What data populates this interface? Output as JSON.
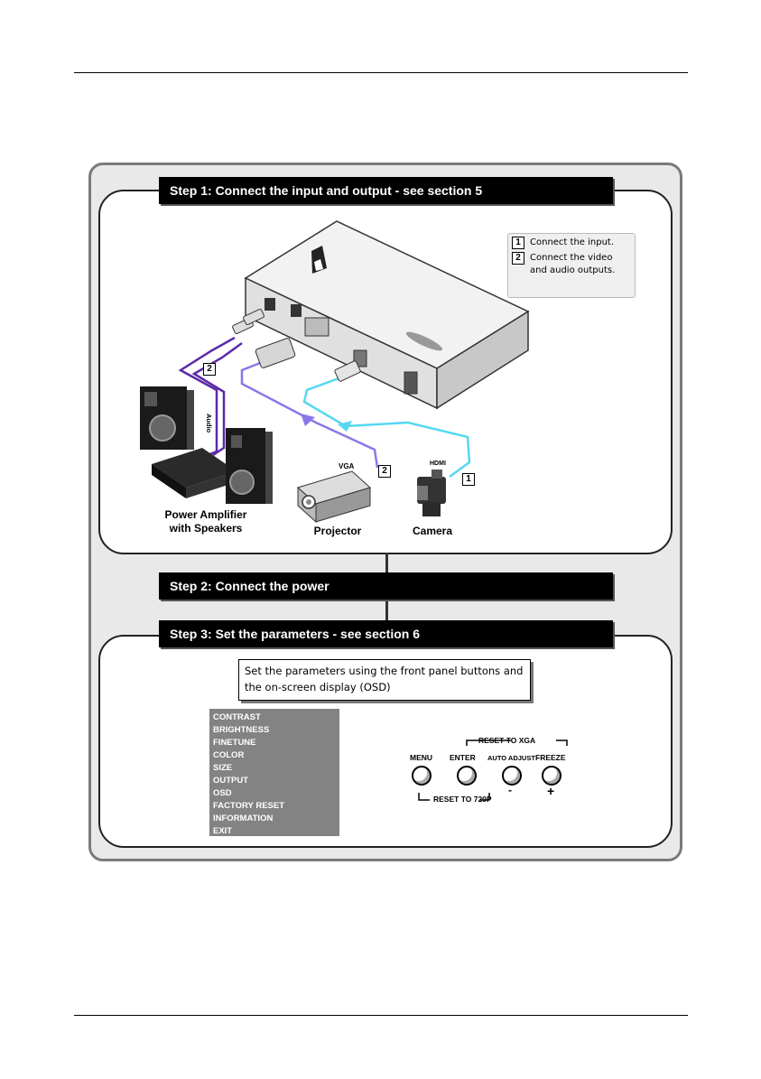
{
  "step1": {
    "title": "Step 1: Connect the input and output - see section 5"
  },
  "step2": {
    "title": "Step 2: Connect the power"
  },
  "step3": {
    "title": "Step 3: Set the parameters - see section 6"
  },
  "legend": [
    {
      "num": "1",
      "text": "Connect the input."
    },
    {
      "num": "2",
      "text": "Connect the video and audio outputs."
    }
  ],
  "devices": {
    "amplifier": {
      "line1": "Power Amplifier",
      "line2": "with Speakers"
    },
    "projector": "Projector",
    "camera": "Camera"
  },
  "cable_labels": {
    "audio": "Audio",
    "vga": "VGA",
    "hdmi": "HDMI"
  },
  "markers": {
    "audio": "2",
    "vga": "2",
    "hdmi": "1"
  },
  "callout": {
    "text": "Set the parameters using the front panel buttons and the on-screen display (OSD)"
  },
  "osd_menu": [
    "CONTRAST",
    "BRIGHTNESS",
    "FINETUNE",
    "COLOR",
    "SIZE",
    "OUTPUT",
    "OSD",
    "FACTORY RESET",
    "INFORMATION",
    "EXIT"
  ],
  "front_panel": {
    "buttons": [
      "MENU",
      "ENTER",
      "AUTO ADJUST",
      "FREEZE"
    ],
    "reset_xga": "RESET TO XGA",
    "reset_720p": "RESET TO 720P",
    "minus": "-",
    "plus": "+"
  },
  "colors": {
    "hdmi": "#55d8f0",
    "vga": "#8a78e8",
    "audio": "#5a2aa8"
  }
}
